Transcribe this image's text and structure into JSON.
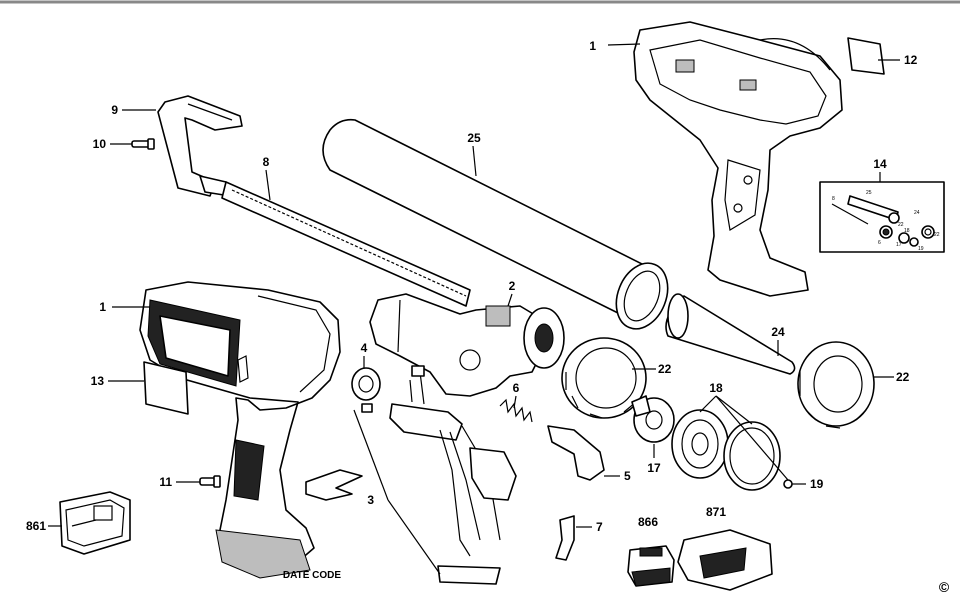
{
  "callouts": {
    "c1_top": "1",
    "c1_left": "1",
    "c2": "2",
    "c3": "3",
    "c4": "4",
    "c5": "5",
    "c6": "6",
    "c7": "7",
    "c8": "8",
    "c9": "9",
    "c10": "10",
    "c11": "11",
    "c12": "12",
    "c13": "13",
    "c14": "14",
    "c17": "17",
    "c18": "18",
    "c19": "19",
    "c22_mid": "22",
    "c22_right": "22",
    "c24": "24",
    "c25": "25",
    "c861": "861",
    "c866": "866",
    "c871": "871"
  },
  "inset_labels": {
    "i8": "8",
    "i25": "25",
    "i24": "24",
    "i22a": "22",
    "i22b": "22",
    "i18": "18",
    "i6": "6",
    "i19": "19",
    "i17": "17"
  },
  "date_code": "DATE CODE",
  "copyright": "©"
}
